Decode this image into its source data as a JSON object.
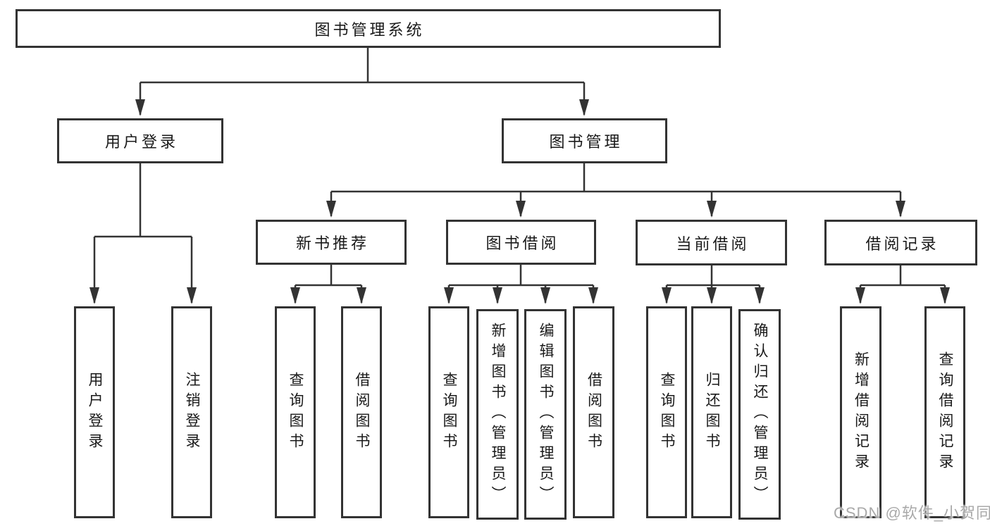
{
  "nodes": {
    "root": "图书管理系统",
    "user_login": "用户登录",
    "book_mgmt": "图书管理",
    "new_book_rec": "新书推荐",
    "book_borrow": "图书借阅",
    "current_borrow": "当前借阅",
    "borrow_record": "借阅记录",
    "leaf_user_login": "用户登录",
    "leaf_logout": "注销登录",
    "leaf_nbr_query": "查询图书",
    "leaf_nbr_borrow": "借阅图书",
    "leaf_bb_query": "查询图书",
    "leaf_bb_add": "新增图书（管理员）",
    "leaf_bb_edit": "编辑图书（管理员）",
    "leaf_bb_borrow": "借阅图书",
    "leaf_cb_query": "查询图书",
    "leaf_cb_return": "归还图书",
    "leaf_cb_confirm": "确认归还（管理员）",
    "leaf_br_add": "新增借阅记录",
    "leaf_br_query": "查询借阅记录"
  },
  "watermark": "CSDN @软件_小贺同学",
  "colors": {
    "line": "#333333",
    "box_border": "#333333",
    "text": "#1a1a1a",
    "watermark": "#a9a9a9",
    "background": "#ffffff"
  }
}
